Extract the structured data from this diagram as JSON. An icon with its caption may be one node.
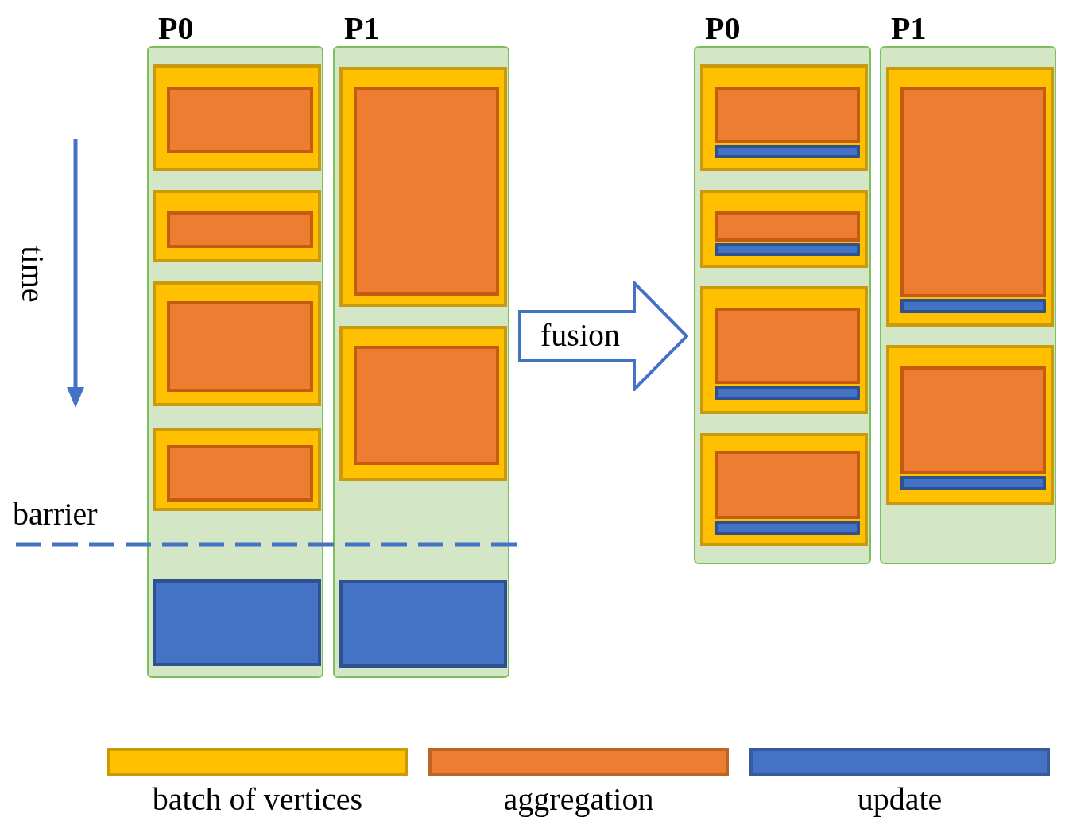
{
  "diagram": {
    "nodes": [
      {
        "text": [
          "P0"
        ]
      },
      {
        "text": [],
        "shape": "box",
        "in": 0
      },
      {
        "text": [],
        "shape": "box",
        "in": 1
      },
      {
        "text": [],
        "shape": "box",
        "in": 0
      },
      {
        "text": [],
        "shape": "box",
        "in": 3
      },
      {
        "text": [],
        "shape": "box",
        "in": 0
      },
      {
        "text": [],
        "shape": "box",
        "in": 5
      },
      {
        "text": [],
        "shape": "box",
        "in": 0
      },
      {
        "text": [],
        "shape": "box",
        "in": 7
      },
      {
        "text": [],
        "shape": "box",
        "in": 0
      },
      {
        "text": [
          "P1"
        ]
      },
      {
        "text": [],
        "shape": "box",
        "in": 10
      },
      {
        "text": [],
        "shape": "box",
        "in": 11
      },
      {
        "text": [],
        "shape": "box",
        "in": 10
      },
      {
        "text": [],
        "shape": "box",
        "in": 13
      },
      {
        "text": [],
        "shape": "box",
        "in": 10
      },
      {
        "text": [
          "fusion"
        ]
      },
      {
        "text": [
          "P0"
        ]
      },
      {
        "text": [],
        "shape": "box",
        "in": 17
      },
      {
        "text": [],
        "shape": "box",
        "in": 18
      },
      {
        "text": [],
        "shape": "bar",
        "in": 18
      },
      {
        "text": [],
        "shape": "box",
        "in": 17
      },
      {
        "text": [],
        "shape": "box",
        "in": 21
      },
      {
        "text": [],
        "shape": "bar",
        "in": 21
      },
      {
        "text": [],
        "shape": "box",
        "in": 17
      },
      {
        "text": [],
        "shape": "box",
        "in": 24
      },
      {
        "text": [],
        "shape": "bar",
        "in": 24
      },
      {
        "text": [],
        "shape": "box",
        "in": 17
      },
      {
        "text": [],
        "shape": "box",
        "in": 27
      },
      {
        "text": [],
        "shape": "bar",
        "in": 27
      },
      {
        "text": [
          "P1"
        ]
      },
      {
        "text": [],
        "shape": "box",
        "in": 30
      },
      {
        "text": [],
        "shape": "box",
        "in": 31
      },
      {
        "text": [],
        "shape": "bar",
        "in": 31
      },
      {
        "text": [],
        "shape": "box",
        "in": 30
      },
      {
        "text": [],
        "shape": "box",
        "in": 34
      },
      {
        "text": [],
        "shape": "bar",
        "in": 34
      }
    ],
    "edges": [],
    "labels": [
      "time",
      "barrier"
    ],
    "legend": [
      {
        "text": "batch of vertices",
        "color": "#ffc000"
      },
      {
        "text": "aggregation",
        "color": "#ed7d31"
      },
      {
        "text": "update",
        "color": "#4472c4"
      }
    ]
  }
}
